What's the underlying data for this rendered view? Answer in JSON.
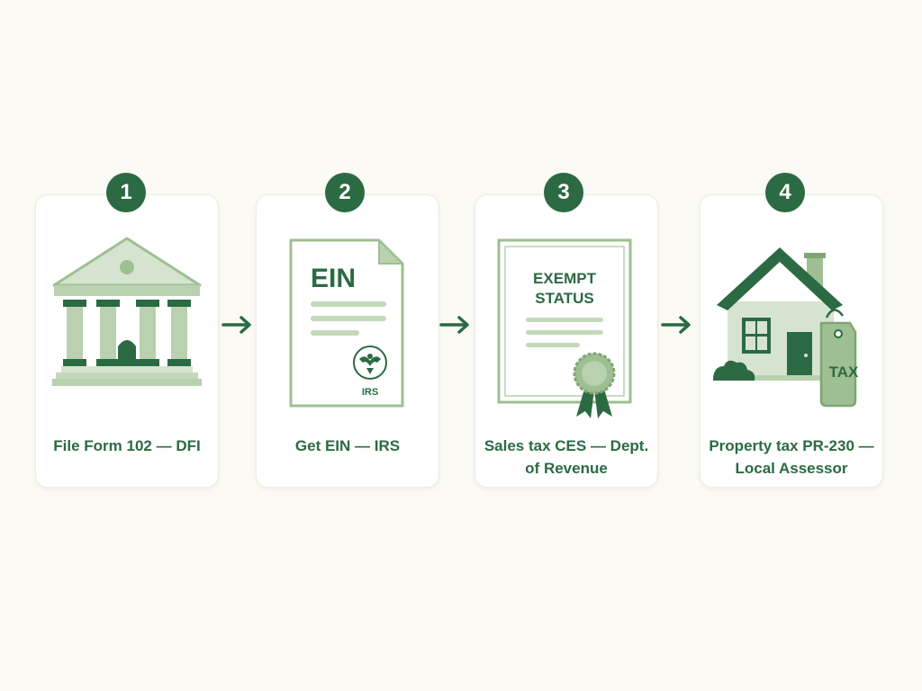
{
  "colors": {
    "background": "#fbfaf4",
    "primary": "#2b6a43",
    "light": "#9dbf92",
    "pale": "#d6e4cf"
  },
  "steps": [
    {
      "number": "1",
      "label": "File Form 102 — DFI",
      "icon": "bank-building-icon"
    },
    {
      "number": "2",
      "label": "Get EIN — IRS",
      "icon": "ein-document-icon",
      "doc_title": "EIN",
      "seal_text": "IRS"
    },
    {
      "number": "3",
      "label": "Sales tax CES — Dept. of Revenue",
      "icon": "exempt-certificate-icon",
      "cert_line1": "EXEMPT",
      "cert_line2": "STATUS"
    },
    {
      "number": "4",
      "label": "Property tax PR-230 — Local Assessor",
      "icon": "house-tax-tag-icon",
      "tag_text": "TAX"
    }
  ]
}
